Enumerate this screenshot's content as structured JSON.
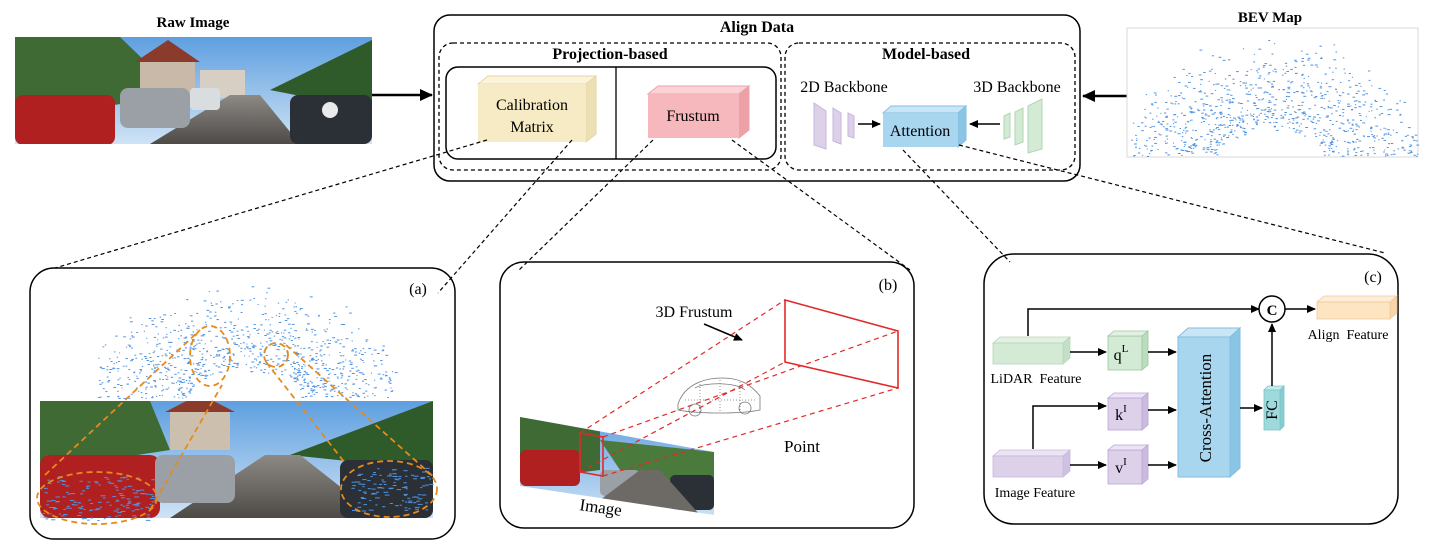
{
  "top": {
    "raw_image_label": "Raw Image",
    "bev_map_label": "BEV Map",
    "align_data_title": "Align Data",
    "projection_based_title": "Projection-based",
    "model_based_title": "Model-based",
    "calibration_line1": "Calibration",
    "calibration_line2": "Matrix",
    "frustum_label": "Frustum",
    "backbone_2d_label": "2D Backbone",
    "backbone_3d_label": "3D Backbone",
    "attention_label": "Attention"
  },
  "panel_a": {
    "tag": "(a)"
  },
  "panel_b": {
    "tag": "(b)",
    "frustum_3d_label": "3D Frustum",
    "point_label": "Point",
    "image_label": "Image"
  },
  "panel_c": {
    "tag": "(c)",
    "lidar_feature_label": "LiDAR  Feature",
    "image_feature_label": "Image Feature",
    "q_label": "q",
    "q_sup": "L",
    "k_label": "k",
    "k_sup": "I",
    "v_label": "v",
    "v_sup": "I",
    "cross_attention_label": "Cross-Attention",
    "fc_label": "FC",
    "concat_label": "C",
    "align_feature_label": "Align  Feature"
  },
  "colors": {
    "calibration_fill": "#f6ebc4",
    "frustum_fill": "#f6b8bc",
    "attention_fill": "#a9d6ef",
    "backbone2d_fill": "#ddd1ea",
    "backbone3d_fill": "#d3ead4",
    "lidar_points": "#4f93e0",
    "frustum_red": "#e02a2a",
    "orange_dash": "#e58a1c",
    "align_feature_fill": "#fde4c2",
    "fc_fill": "#9ed9dc"
  }
}
